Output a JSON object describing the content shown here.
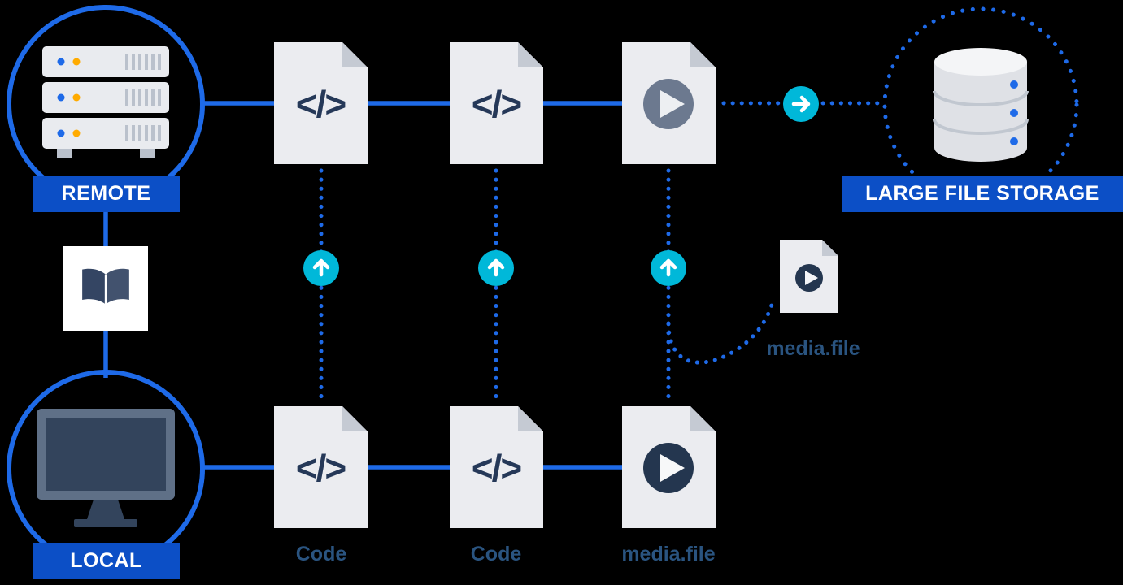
{
  "diagram": {
    "type": "git-lfs-workflow",
    "badges": {
      "remote": "REMOTE",
      "local": "LOCAL",
      "storage": "LARGE FILE STORAGE"
    },
    "labels": {
      "bottom_file_1": "Code",
      "bottom_file_2": "Code",
      "bottom_file_3": "media.file",
      "pointer": "media.file"
    },
    "glyphs": {
      "code": "</>"
    },
    "icons": [
      "server-stack-icon",
      "monitor-icon",
      "open-book-icon",
      "database-icon",
      "code-file-icon",
      "media-file-icon",
      "arrow-up-icon",
      "arrow-right-icon"
    ],
    "colors": {
      "background": "#000000",
      "connector_blue": "#1E6AE8",
      "badge_blue": "#0C4FC6",
      "teal": "#00B8D9",
      "navy_text": "#253858",
      "label_blue": "#2A5480",
      "file_gray": "#EBECF0",
      "fold_gray": "#C5CAD3",
      "icon_gray": "#DFE1E6",
      "orange_dot": "#FFAB00"
    }
  }
}
